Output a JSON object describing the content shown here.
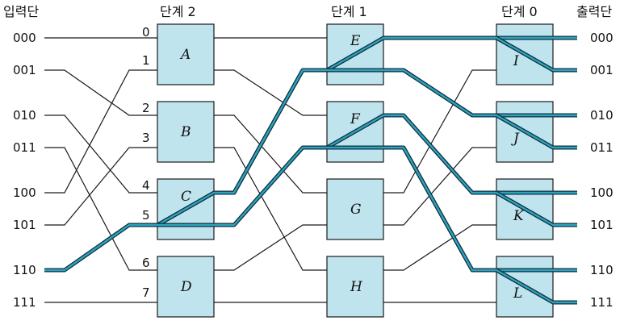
{
  "headers": {
    "input": "입력단",
    "stage2": "단계 2",
    "stage1": "단계 1",
    "stage0": "단계 0",
    "output": "출력단"
  },
  "inputs": [
    "000",
    "001",
    "010",
    "011",
    "100",
    "101",
    "110",
    "111"
  ],
  "outputs": [
    "000",
    "001",
    "010",
    "011",
    "100",
    "101",
    "110",
    "111"
  ],
  "stage2_port_numbers": [
    "0",
    "1",
    "2",
    "3",
    "4",
    "5",
    "6",
    "7"
  ],
  "switches": {
    "stage2": [
      "A",
      "B",
      "C",
      "D"
    ],
    "stage1": [
      "E",
      "F",
      "G",
      "H"
    ],
    "stage0": [
      "I",
      "J",
      "K",
      "L"
    ]
  },
  "colors": {
    "switch_fill": "#bfe4ee",
    "route_highlight": "#2ea3bf",
    "route_outline": "#0f2f3c"
  }
}
